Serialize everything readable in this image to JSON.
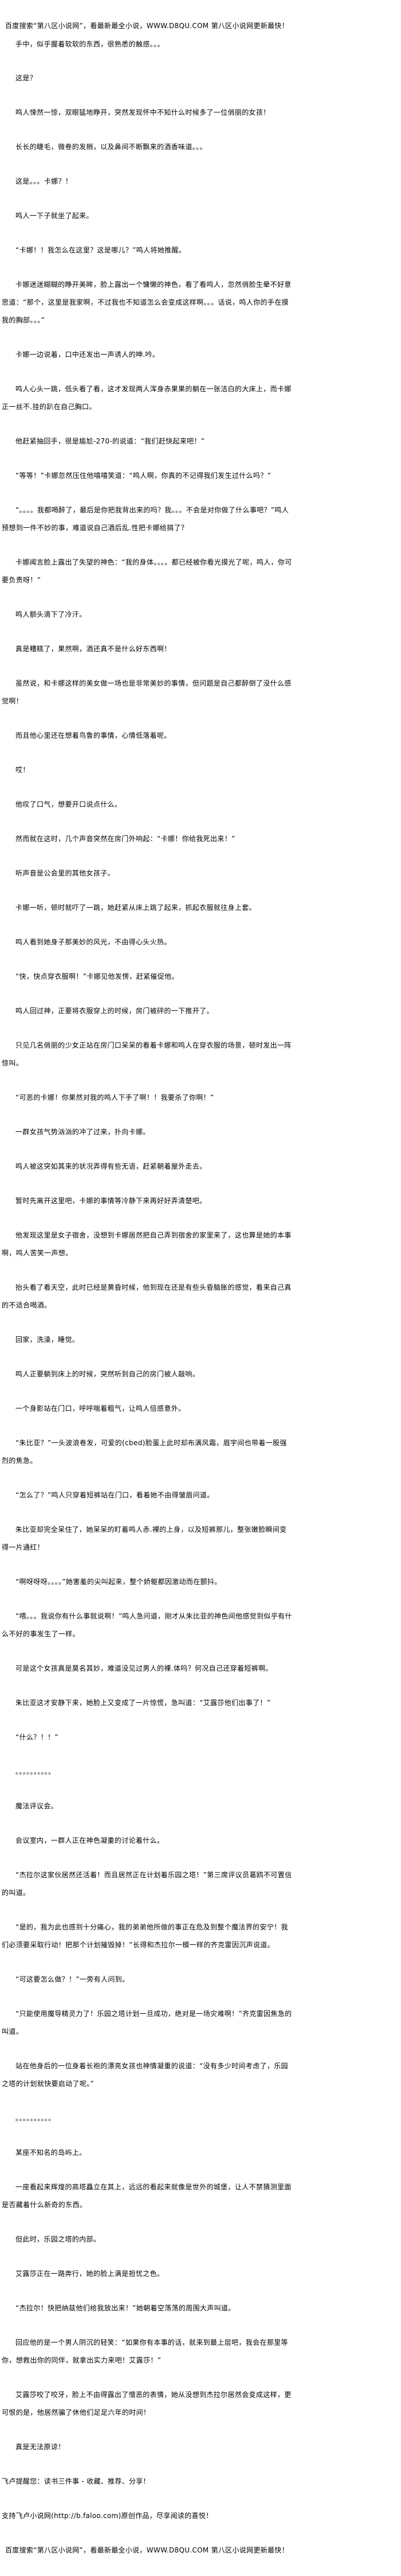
{
  "header": {
    "banner": "百度搜索“第八区小说网”，看最新最全小说，WWW.D8QU.COM   第八区小说网更新最快！"
  },
  "paragraphs": [
    "手中，似乎握着软软的东西，很熟悉的触感。。。",
    "这是？",
    "鸣人悚然一惊，双眼猛地睁开，突然发现怀中不知什么时候多了一位俏丽的女孩！",
    "长长的睫毛，微卷的发梢，以及鼻间不断飘来的酒香味道。。。",
    "这是。。。卡娜？！",
    "鸣人一下子就坐了起来。",
    "“卡娜！！我怎么在这里？这是哪儿？”鸣人将她推醒。",
    "卡娜迷迷糊糊的睁开美眸，脸上露出一个慵懒的神色，看了看鸣人，忽然俏脸生晕不好意思道：“那个，这里是我家啊，不过我也不知道怎么会变成这样啊。。。话说，鸣人你的手在摸我的胸部。。。”",
    "卡娜一边说着，口中还发出一声诱人的呻.吟。",
    "鸣人心头一跳，低头看了看，这才发现两人浑身赤果果的躺在一张洁白的大床上，而卡娜正一丝不.挂的趴在自己胸口。",
    "他赶紧抽回手，很是尴尬-270-的说道：“我们赶快起来吧！”",
    "“等等！”卡娜忽然压住他嘻嘻笑道：“鸣人啊，你真的不记得我们发生过什么吗？”",
    "“。。。。我都喝醉了，最后是你把我背出来的吗？我。。。不会是对你做了什么事吧？”鸣人预想到一件不妙的事，难道说自己酒后乱.性把卡娜给搞了？",
    "卡娜闻言脸上露出了失望的神色：“我的身体。。。。都已经被你看光摸光了呢，鸣人，你可要负责呀！”",
    "鸣人额头滴下了冷汗。",
    "真是糟糕了，果然啊，酒还真不是什么好东西啊！",
    "虽然说，和卡娜这样的美女做一场也是非常美妙的事情，但问题是自己都醉倒了没什么感觉啊！",
    "而且他心里还在想着鸟鲁的事情，心情低落着呢。",
    "哎！",
    "他叹了口气，想要开口说点什么。",
    "然而就在这时，几个声音突然在房门外响起：“卡娜！你给我死出来！”",
    "听声音是公会里的其他女孩子。",
    "卡娜一听，顿时就吓了一跳，她赶紧从床上跳了起来，抓起衣服就往身上套。",
    "鸣人看到她身子那美妙的风光，不由得心头火热。",
    "“快，快点穿衣服啊！”卡娜见他发愣，赶紧催促他。",
    "鸣人回过神，正要将衣服穿上的时候，房门被砰的一下推开了。",
    "只见几名俏丽的少女正站在房门口呆呆的看着卡娜和鸣人在穿衣服的场景，顿时发出一阵惊叫。",
    "“可恶的卡娜！你果然对我的鸣人下手了啊！！我要杀了你啊！”",
    "一群女孩气势汹汹的冲了过来，扑向卡娜。",
    "鸣人被这突如其来的状况弄得有些无语，赶紧朝着屋外走去。",
    "暂时先离开这里吧，卡娜的事情等冷静下来再好好弄清楚吧。",
    "他发现这里是女子宿舍，没想到卡娜居然把自己弄到宿舍的家里来了，这也算是她的本事啊，鸣人苦笑一声想。",
    "抬头看了看天空，此时已经是黄昏时候，他到现在还是有些头昏脑胀的感觉，看来自己真的不适合喝酒。",
    "回家，洗澡，睡觉。",
    "鸣人正要躺到床上的时候，突然听到自己的房门被人敲响。",
    "一个身影站在门口，呼呼喘着粗气，让鸣人倍感意外。",
    "“朱比亚？”一头波浪卷发，可爱的(cbed)脸蛋上此时却布满风霜，眉宇间也带着一股强烈的焦急。",
    "“怎么了？”鸣人只穿着短裤站在门口，看着她不由得皱眉问道。",
    "朱比亚却完全呆住了，她呆呆的盯着鸣人赤.裸的上身，以及短裤那儿，整张嫩脸瞬间变得一片通红！",
    "“啊呀呀呀。。。。”她害羞的尖叫起来，整个娇躯都因激动而在颤抖。",
    "“喂。。。我说你有什么事就说啊！”鸣人急问道，刚才从朱比亚的神色间他感觉到似乎有什么不好的事发生了一样。",
    "可是这个女孩真是莫名其妙，难道没见过男人的裸.体吗？何况自己还穿着短裤啊。",
    "朱比亚这才安静下来，她脸上又变成了一片惊慌，急叫道：“艾露莎他们出事了！”",
    "“什么？！！”",
    "。。。。。。。。。。",
    "魔法评议会。",
    "会议室内，一群人正在神色凝重的讨论着什么。",
    "“杰拉尔这家伙居然还活着！而且居然正在计划着乐园之塔！”第三席评议员葛鸥不可置信的叫道。",
    "“是的，我为此也感到十分痛心，我的弟弟他所做的事正在危及到整个魔法界的安宁！我们必须要采取行动！把那个计划摧毁掉！”长得和杰拉尔一模一样的齐克雷因沉声说道。",
    "“可这要怎么做？！”一旁有人问到。",
    "“只能使用魔导精灵力了！乐园之塔计划一旦成功，绝对是一场灾难啊！”齐克雷因焦急的叫道。",
    "站在他身后的一位身着长袍的漂亮女孩也神情凝重的说道：“没有多少时间考虑了，乐园之塔的计划就快要启动了呢。”",
    "。。。。。。。。。。",
    "某座不知名的岛屿上。",
    "一座看起来辉煌的高塔矗立在其上，远远的看起来就像是世外的城堡，让人不禁猜测里面是否藏着什么新奇的东西。",
    "但此时，乐园之塔的内部。",
    "艾露莎正在一路奔行，她的脸上满是担忧之色。",
    "“杰拉尔！快把纳兹他们给我放出来！”她朝着空荡荡的周围大声叫道。",
    "回应他的是一个男人阴沉的轻笑：“如果你有本事的话，就来到最上层吧，我会在那里等你，想救出你的同伴，就拿出实力来吧！艾露莎！”",
    "艾露莎咬了咬牙，脸上不由得露出了憎恶的表情，她从没想到杰拉尔居然会变成这样，更可恨的是，他居然骗了休他们足足六年的时间！",
    "真是无法原谅！"
  ],
  "footer": {
    "reminder": "飞卢提醒您：读书三件事 - 收藏、推荐、分享！",
    "support": "支持飞卢小说网(http://b.faloo.com)原创作品，尽享阅读的喜悦！",
    "banner": "百度搜索“第八区小说网”，看最新最全小说，WWW.D8QU.COM   第八区小说网更新最快！"
  }
}
